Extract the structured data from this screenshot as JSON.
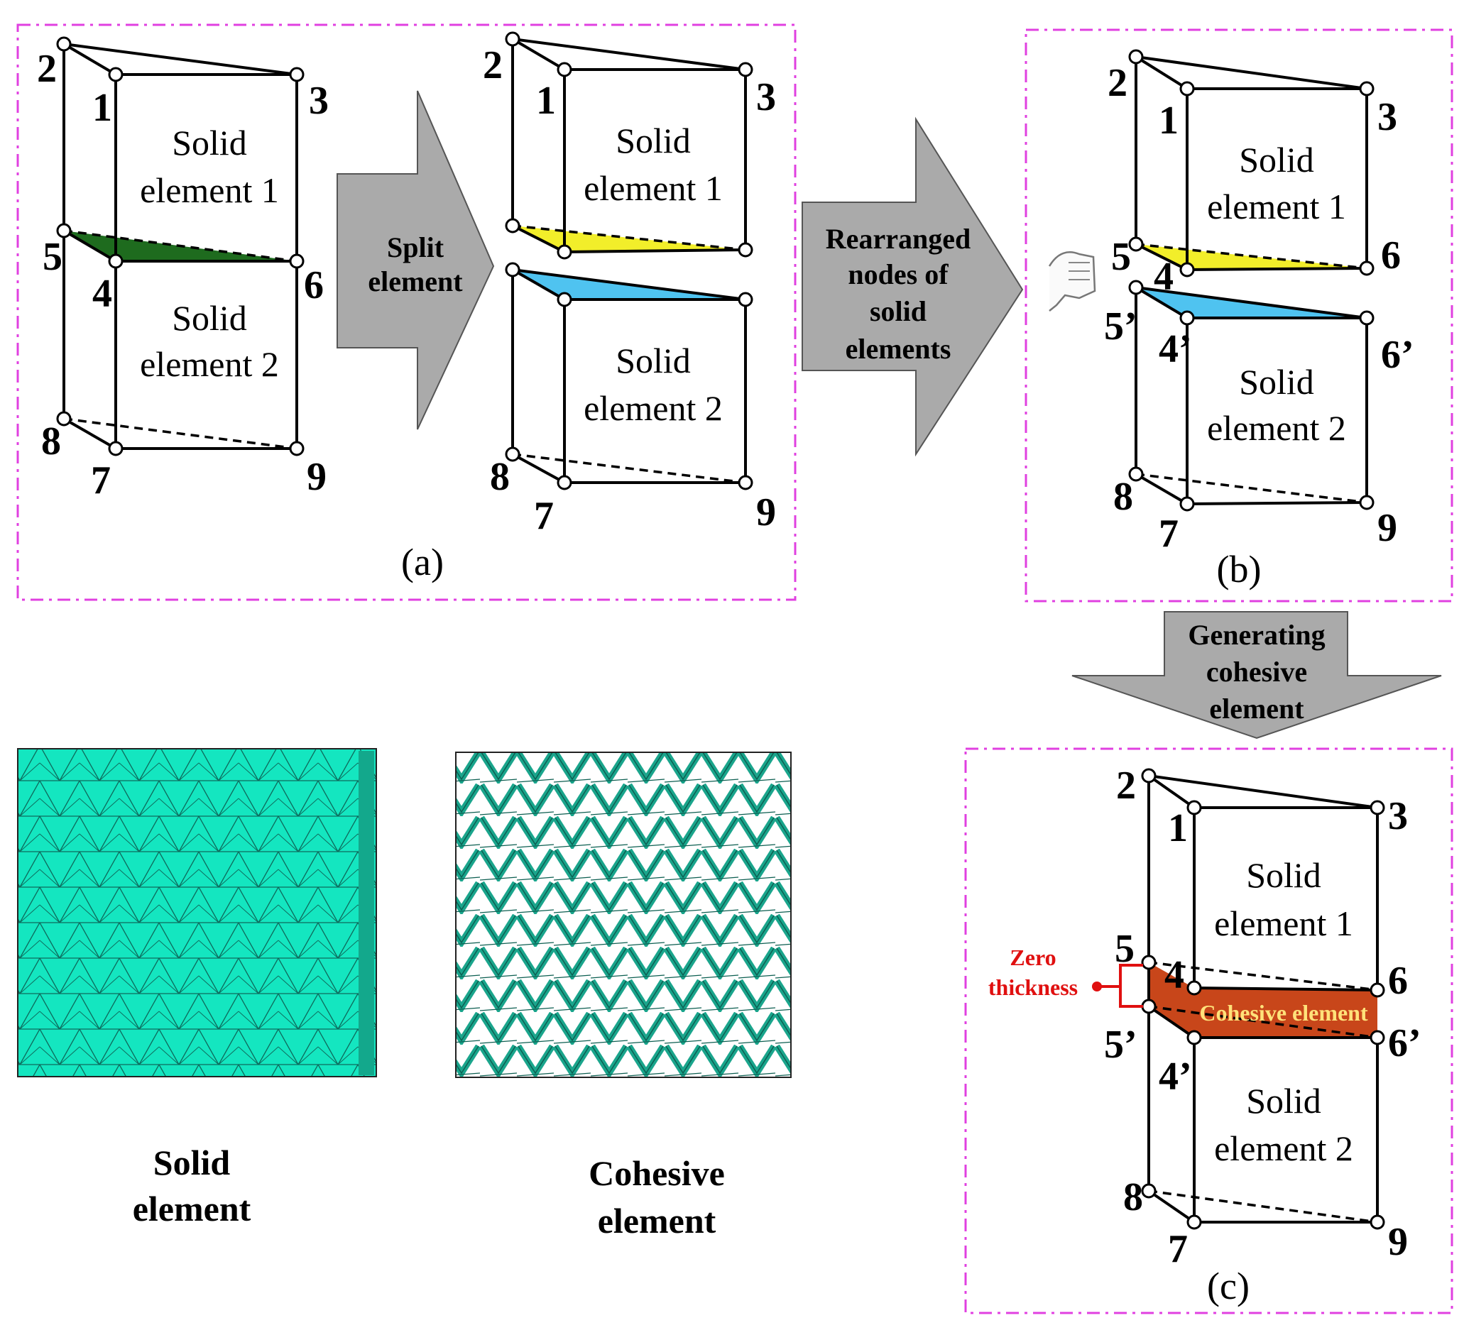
{
  "panel_a": {
    "caption": "(a)",
    "left_block": {
      "nodes_top": [
        "2",
        "1",
        "3"
      ],
      "nodes_mid": [
        "5",
        "4",
        "6"
      ],
      "nodes_bot": [
        "8",
        "7",
        "9"
      ],
      "element1": [
        "Solid",
        "element 1"
      ],
      "element2": [
        "Solid",
        "element 2"
      ],
      "interface_color": "#1e6b1e"
    },
    "split_arrow": [
      "Split",
      "element"
    ],
    "right_block": {
      "nodes_top": [
        "2",
        "1",
        "3"
      ],
      "nodes_bot": [
        "8",
        "7",
        "9"
      ],
      "element1": [
        "Solid",
        "element 1"
      ],
      "element2": [
        "Solid",
        "element 2"
      ],
      "top_face_color": "#f2ee2a",
      "bottom_face_color": "#4fc3f0"
    }
  },
  "rearrange_arrow": [
    "Rearranged",
    "nodes of",
    "solid",
    "elements"
  ],
  "panel_b": {
    "caption": "(b)",
    "nodes_top": [
      "2",
      "1",
      "3"
    ],
    "nodes_upper_mid": [
      "5",
      "4",
      "6"
    ],
    "nodes_lower_mid": [
      "5’",
      "4’",
      "6’"
    ],
    "nodes_bot": [
      "8",
      "7",
      "9"
    ],
    "element1": [
      "Solid",
      "element 1"
    ],
    "element2": [
      "Solid",
      "element 2"
    ]
  },
  "generate_arrow": [
    "Generating",
    "cohesive",
    "element"
  ],
  "panel_c": {
    "caption": "(c)",
    "nodes_top": [
      "2",
      "1",
      "3"
    ],
    "nodes_upper_mid": [
      "5",
      "4",
      "6"
    ],
    "nodes_lower_mid": [
      "5’",
      "4’",
      "6’"
    ],
    "nodes_bot": [
      "8",
      "7",
      "9"
    ],
    "element1": [
      "Solid",
      "element 1"
    ],
    "element2": [
      "Solid",
      "element 2"
    ],
    "cohesive_label": "Cohesive element",
    "cohesive_color": "#c8461a",
    "zero_thickness": [
      "Zero",
      "thickness"
    ]
  },
  "mesh_images": {
    "solid_caption": [
      "Solid",
      "element"
    ],
    "cohesive_caption": [
      "Cohesive",
      "element"
    ],
    "solid_color": "#14e6c0",
    "cohesive_color": "#1aa58c"
  }
}
